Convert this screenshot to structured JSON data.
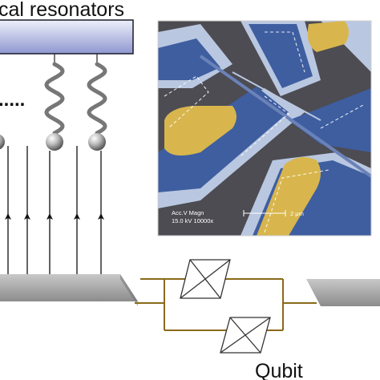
{
  "header": {
    "title": "cal resonators"
  },
  "resonator_bar": {
    "fill_top": "#eef0fb",
    "fill_bottom": "#8f97cf",
    "stroke": "#1b1b2a"
  },
  "ellipsis": {
    "text": "....."
  },
  "micrograph": {
    "scale_text": "2 μm",
    "info_line1": "Acc.V   Magn",
    "info_line2": "15.0 kV 10000x",
    "colors": {
      "background": "#4c4c52",
      "blue": "#3e5ea0",
      "light": "#b9c7e0",
      "gold": "#d8b64d"
    }
  },
  "circuit": {
    "wire_color": "#8a6a1a",
    "pad_color": "#9a9a9a"
  },
  "qubit_label": {
    "text": "Qubit"
  }
}
